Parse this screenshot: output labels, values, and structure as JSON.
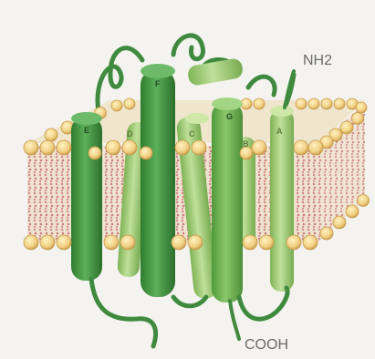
{
  "diagram": {
    "labels": {
      "n_terminus": "NH2",
      "c_terminus": "COOH"
    },
    "helices": {
      "a": "A",
      "b": "B",
      "c": "C",
      "d": "D",
      "e": "E",
      "f": "F",
      "g": "G"
    },
    "colors": {
      "dark_helix": "#3e8f3e",
      "mid_helix": "#6aae4a",
      "light_helix": "#9fcc6c",
      "loop": "#3f8a3f",
      "lipid_head": "#f0d28a",
      "lipid_head_outline": "#c9a14e",
      "lipid_tail": "#d27b7b",
      "membrane_interior": "#e8dcc6",
      "label_text": "#6b6b6b"
    }
  }
}
